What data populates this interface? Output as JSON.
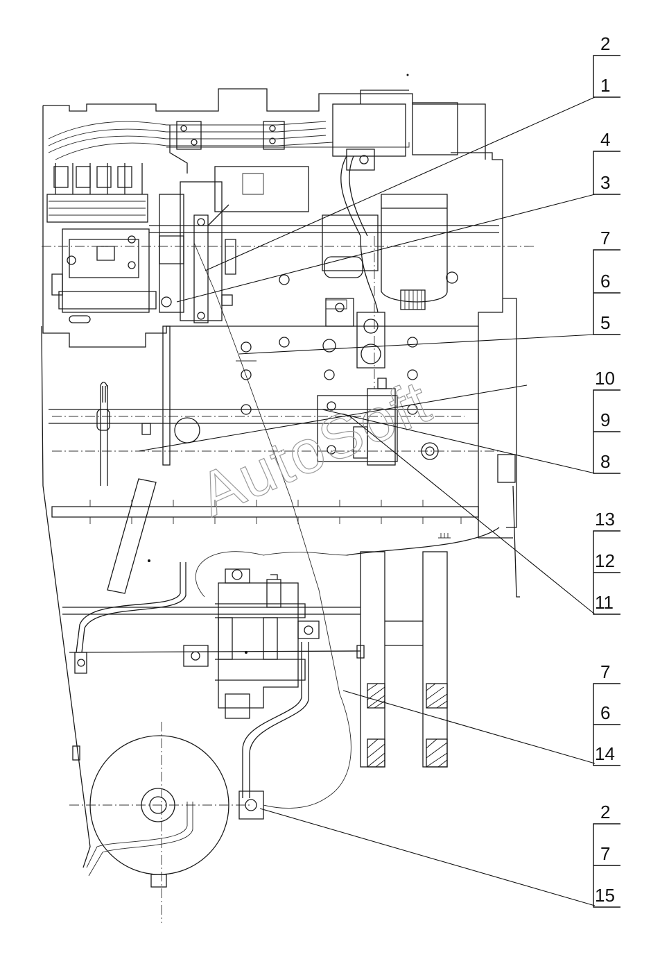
{
  "watermark": "AutoSoft",
  "callouts": [
    {
      "top": "2",
      "middle": "",
      "bottom": "1"
    },
    {
      "top": "4",
      "middle": "",
      "bottom": "3"
    },
    {
      "top": "7",
      "middle": "6",
      "bottom": "5"
    },
    {
      "top": "10",
      "middle": "9",
      "bottom": "8"
    },
    {
      "top": "13",
      "middle": "12",
      "bottom": "11"
    },
    {
      "top": "7",
      "middle": "6",
      "bottom": "14"
    },
    {
      "top": "2",
      "middle": "7",
      "bottom": "15"
    }
  ]
}
